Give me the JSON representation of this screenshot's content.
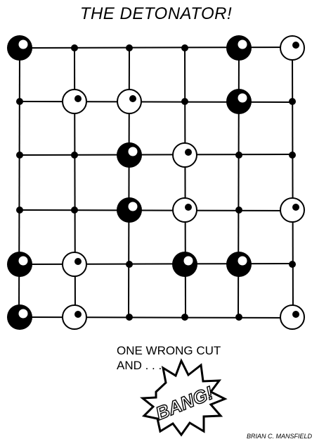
{
  "title": "THE DETONATOR!",
  "board": {
    "columns": 6,
    "rows": 6,
    "stones": [
      [
        "black",
        "empty",
        "empty",
        "empty",
        "black",
        "white"
      ],
      [
        "empty",
        "white",
        "white",
        "empty",
        "black",
        "empty"
      ],
      [
        "empty",
        "empty",
        "black",
        "white",
        "empty",
        "empty"
      ],
      [
        "empty",
        "empty",
        "black",
        "white",
        "empty",
        "white"
      ],
      [
        "black",
        "white",
        "empty",
        "black",
        "black",
        "empty"
      ],
      [
        "black",
        "white",
        "empty",
        "empty",
        "empty",
        "white"
      ]
    ]
  },
  "caption": {
    "line1": "ONE WRONG CUT",
    "line2": "AND . . ."
  },
  "burst_text": "BANG!",
  "credit": "BRIAN C. MANSFIELD",
  "colors": {
    "ink": "#000000",
    "paper": "#ffffff"
  }
}
